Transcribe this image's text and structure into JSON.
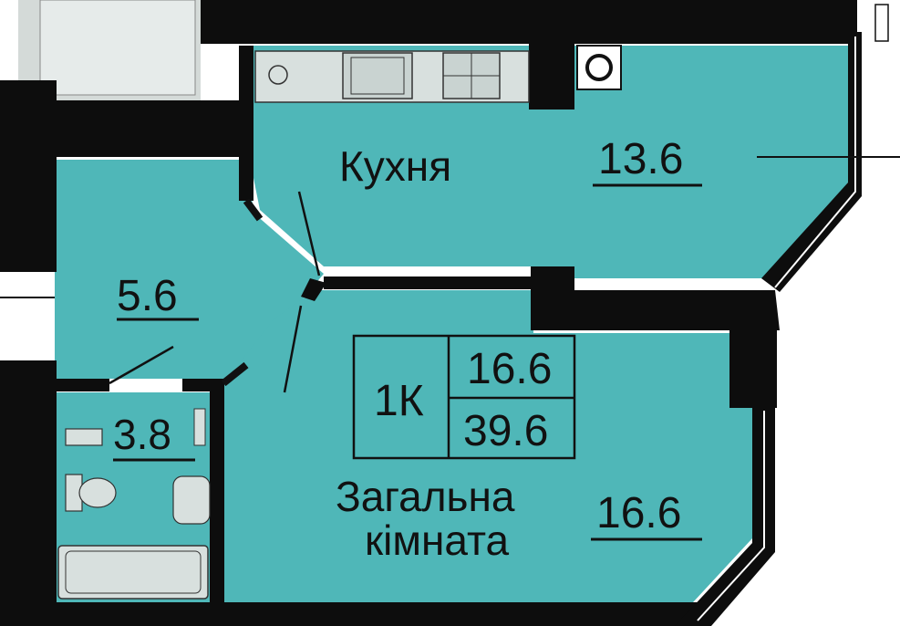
{
  "rooms": {
    "kitchen": {
      "name": "Кухня",
      "area": "13.6"
    },
    "hall": {
      "area": "5.6"
    },
    "bathroom": {
      "area": "3.8"
    },
    "living": {
      "name_line1": "Загальна",
      "name_line2": "кімната",
      "area": "16.6"
    }
  },
  "summary": {
    "type": "1К",
    "living_area": "16.6",
    "total_area": "39.6"
  },
  "colors": {
    "floor": "#4fb7b8",
    "wall": "#0d0d0d",
    "balcony": "#cfd6d4",
    "fixture": "#d8e0de"
  }
}
